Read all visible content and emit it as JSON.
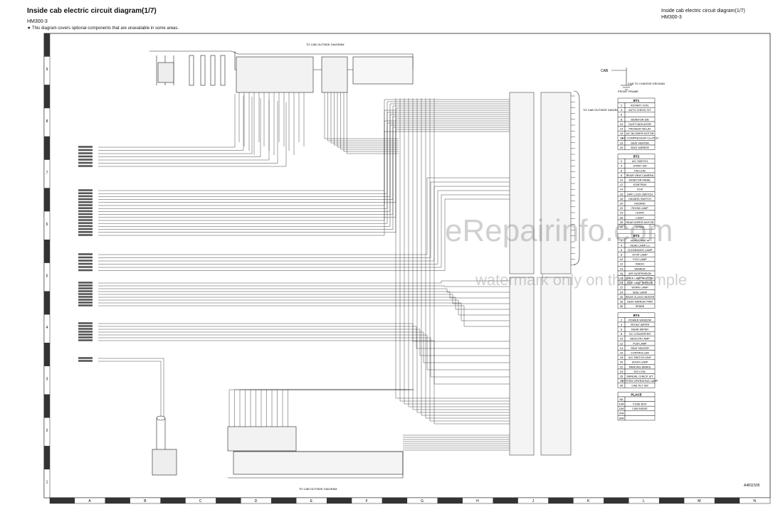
{
  "header": {
    "title": "Inside cab electric circuit diagram(1/7)",
    "model": "HM300-3",
    "note": "★ This diagram covers optional components that are unavailable in some areas.",
    "title_right": "Inside cab electric circuit diagram(1/7)",
    "model_right": "HM300-3"
  },
  "labels": {
    "to_cab_outside_top": "TO CAB OUTSIDE DIAGRAM",
    "to_cab_outside_bottom": "TO CAB OUTSIDE DIAGRAM",
    "to_cab_outside_right": "TO CAB OUTSIDE DIAGRAM",
    "cab": "CAB",
    "cab_ground": "CAB TO CHASSIS GROUND",
    "front_frame": "FRONT FRAME",
    "sheet_code": "A4811505"
  },
  "watermark": {
    "line1": "eRepairinfo.com",
    "line2": "watermark only on this sample"
  },
  "grid": {
    "rows": [
      "9",
      "8",
      "7",
      "6",
      "5",
      "4",
      "3",
      "2",
      "1"
    ],
    "columns": [
      "A",
      "B",
      "C",
      "D",
      "E",
      "F",
      "G",
      "H",
      "J",
      "K",
      "L",
      "M",
      "N"
    ]
  },
  "tables": [
    {
      "title": "BT1",
      "rows": [
        {
          "no": "2",
          "label": "ROTARY CON."
        },
        {
          "no": "4",
          "label": "AUTO CHECK S/T"
        },
        {
          "no": "6",
          "label": ""
        },
        {
          "no": "8",
          "label": "MONITOR SW"
        },
        {
          "no": "10",
          "label": "DUST INDICATOR"
        },
        {
          "no": "14",
          "label": "PROHEAT RELAY"
        },
        {
          "no": "16",
          "label": "A/C BLOWER MOTOR"
        },
        {
          "no": "18",
          "label": "A/C COMPRESSOR CLUTCH"
        },
        {
          "no": "19",
          "label": "SEAT HEATER"
        },
        {
          "no": "20",
          "label": "SEAT MIRROR"
        }
      ]
    },
    {
      "title": "BT2",
      "rows": [
        {
          "no": "2",
          "label": "A/C SWITCH"
        },
        {
          "no": "4",
          "label": "START SW"
        },
        {
          "no": "6",
          "label": "T/M CON."
        },
        {
          "no": "8",
          "label": "REAR VIEW CAMERA"
        },
        {
          "no": "10",
          "label": "MONITOR PANEL"
        },
        {
          "no": "12",
          "label": "KOMTRAX"
        },
        {
          "no": "14",
          "label": "PLM"
        },
        {
          "no": "16",
          "label": "DIFF LOCK SWITCH"
        },
        {
          "no": "18",
          "label": "HAZARD SWITCH"
        },
        {
          "no": "20",
          "label": "HAZARD"
        },
        {
          "no": "22",
          "label": "ROOM LAMP"
        },
        {
          "no": "24",
          "label": "HORN"
        },
        {
          "no": "26",
          "label": "LIGHT"
        },
        {
          "no": "28",
          "label": "REAR WIPER MOTOR"
        },
        {
          "no": "30",
          "label": "SPARE"
        }
      ]
    },
    {
      "title": "BT3",
      "rows": [
        {
          "no": "2",
          "label": "HEAD LAMP Hi"
        },
        {
          "no": "4",
          "label": "HEAD LAMP Lo"
        },
        {
          "no": "6",
          "label": "CLEARANCE LAMP"
        },
        {
          "no": "8",
          "label": "STOP LAMP"
        },
        {
          "no": "10",
          "label": "FOG LAMP"
        },
        {
          "no": "12",
          "label": "RADIO"
        },
        {
          "no": "14",
          "label": "WINKER"
        },
        {
          "no": "16",
          "label": "AIR SUSPENSION"
        },
        {
          "no": "18",
          "label": "BACK LAMP/BUZZER"
        },
        {
          "no": "20",
          "label": "SIDE LAMP MIRROR"
        },
        {
          "no": "22",
          "label": "WORK LAMP"
        },
        {
          "no": "24",
          "label": "SIDE LAMP"
        },
        {
          "no": "26",
          "label": "REAR GLASS HEATER"
        },
        {
          "no": "28",
          "label": "SEAT MIRROR PWR"
        },
        {
          "no": "30",
          "label": "SPARE"
        }
      ]
    },
    {
      "title": "BT4",
      "rows": [
        {
          "no": "2",
          "label": "POWER WINDOW"
        },
        {
          "no": "4",
          "label": "FRONT WIPER"
        },
        {
          "no": "6",
          "label": "REAR WIPER"
        },
        {
          "no": "8",
          "label": "DC CONVERTER"
        },
        {
          "no": "10",
          "label": "BEACON LAMP"
        },
        {
          "no": "12",
          "label": "PLM LAMP"
        },
        {
          "no": "14",
          "label": "SEAT HEATER"
        },
        {
          "no": "16",
          "label": "CONTROLLER"
        },
        {
          "no": "18",
          "label": "A/C SWITCH UNIT"
        },
        {
          "no": "20",
          "label": "DOOR LAMP"
        },
        {
          "no": "22",
          "label": "PARKING BRAKE"
        },
        {
          "no": "24",
          "label": "E/G CON."
        },
        {
          "no": "26",
          "label": "MANUAL CHECK S/T"
        },
        {
          "no": "28",
          "label": "SYSTEM OPERATING LAMP"
        },
        {
          "no": "30",
          "label": "CAB TILT SW"
        }
      ]
    },
    {
      "title": "PLACE",
      "rows": [
        {
          "no": "5A",
          "label": ""
        },
        {
          "no": "10A",
          "label": "FUSE BOX"
        },
        {
          "no": "15A",
          "label": "CAB INSIDE"
        },
        {
          "no": "20A",
          "label": ""
        },
        {
          "no": "30A",
          "label": ""
        }
      ]
    }
  ]
}
